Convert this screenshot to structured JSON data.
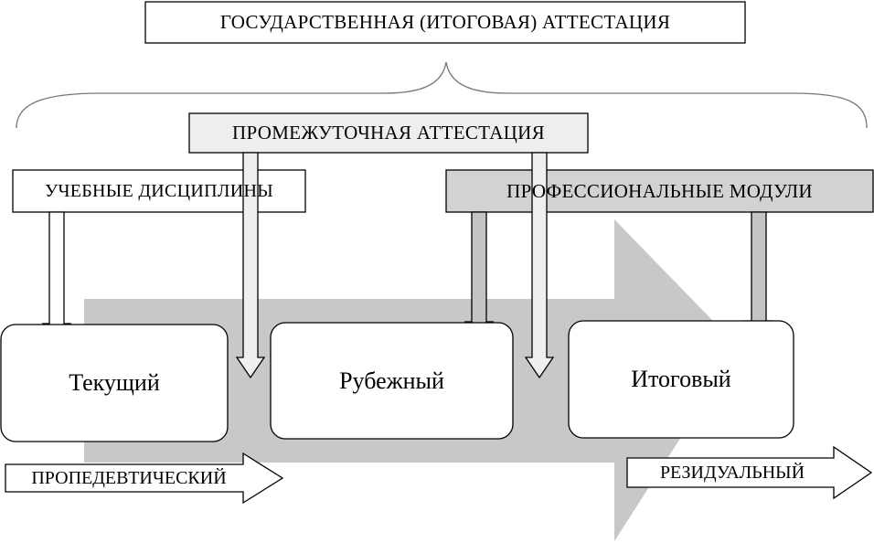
{
  "header": {
    "title": "ГОСУДАРСТВЕННАЯ (ИТОГОВАЯ) АТТЕСТАЦИЯ"
  },
  "boxes": {
    "intermediate": "ПРОМЕЖУТОЧНАЯ АТТЕСТАЦИЯ",
    "disciplines": "УЧЕБНЫЕ ДИСЦИПЛИНЫ",
    "modules": "ПРОФЕССИОНАЛЬНЫЕ МОДУЛИ"
  },
  "stages": {
    "current": "Текущий",
    "milestone": "Рубежный",
    "final": "Итоговый"
  },
  "phases": {
    "start": "ПРОПЕДЕВТИЧЕСКИЙ",
    "end": "РЕЗИДУАЛЬНЫЙ"
  },
  "colors": {
    "stroke": "#000000",
    "big_arrow": "#c8c8c8",
    "shaded_box": "#d2d2d2",
    "light_box": "#eeeeee",
    "arrow_dark": "#c4c4c4",
    "arrow_light": "#efefef"
  }
}
